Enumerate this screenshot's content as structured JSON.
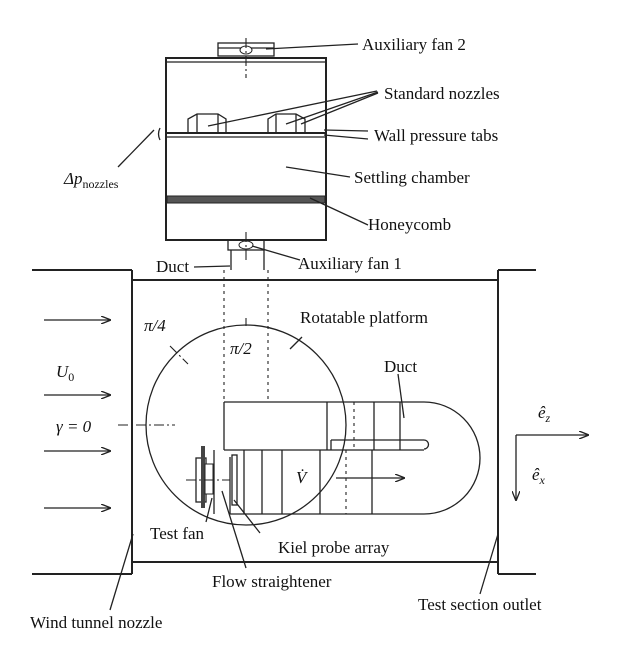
{
  "labels": {
    "aux_fan_2": "Auxiliary fan 2",
    "standard_nozzles": "Standard nozzles",
    "wall_pressure_tabs": "Wall pressure tabs",
    "delta_p_symbol": "Δp",
    "delta_p_subscript": "nozzles",
    "settling_chamber": "Settling chamber",
    "honeycomb": "Honeycomb",
    "duct_top": "Duct",
    "aux_fan_1": "Auxiliary fan 1",
    "rotatable_platform": "Rotatable platform",
    "pi_over_4": "π/4",
    "pi_over_2": "π/2",
    "u0_symbol": "U",
    "u0_subscript": "0",
    "gamma_zero": "γ = 0",
    "duct_inner": "Duct",
    "v_dot": "V̇",
    "ez_symbol": "ê",
    "ez_subscript": "z",
    "ex_symbol": "ê",
    "ex_subscript": "x",
    "test_fan": "Test fan",
    "kiel_probe_array": "Kiel probe array",
    "flow_straightener": "Flow straightener",
    "wind_tunnel_nozzle": "Wind tunnel nozzle",
    "test_section_outlet": "Test section outlet"
  }
}
